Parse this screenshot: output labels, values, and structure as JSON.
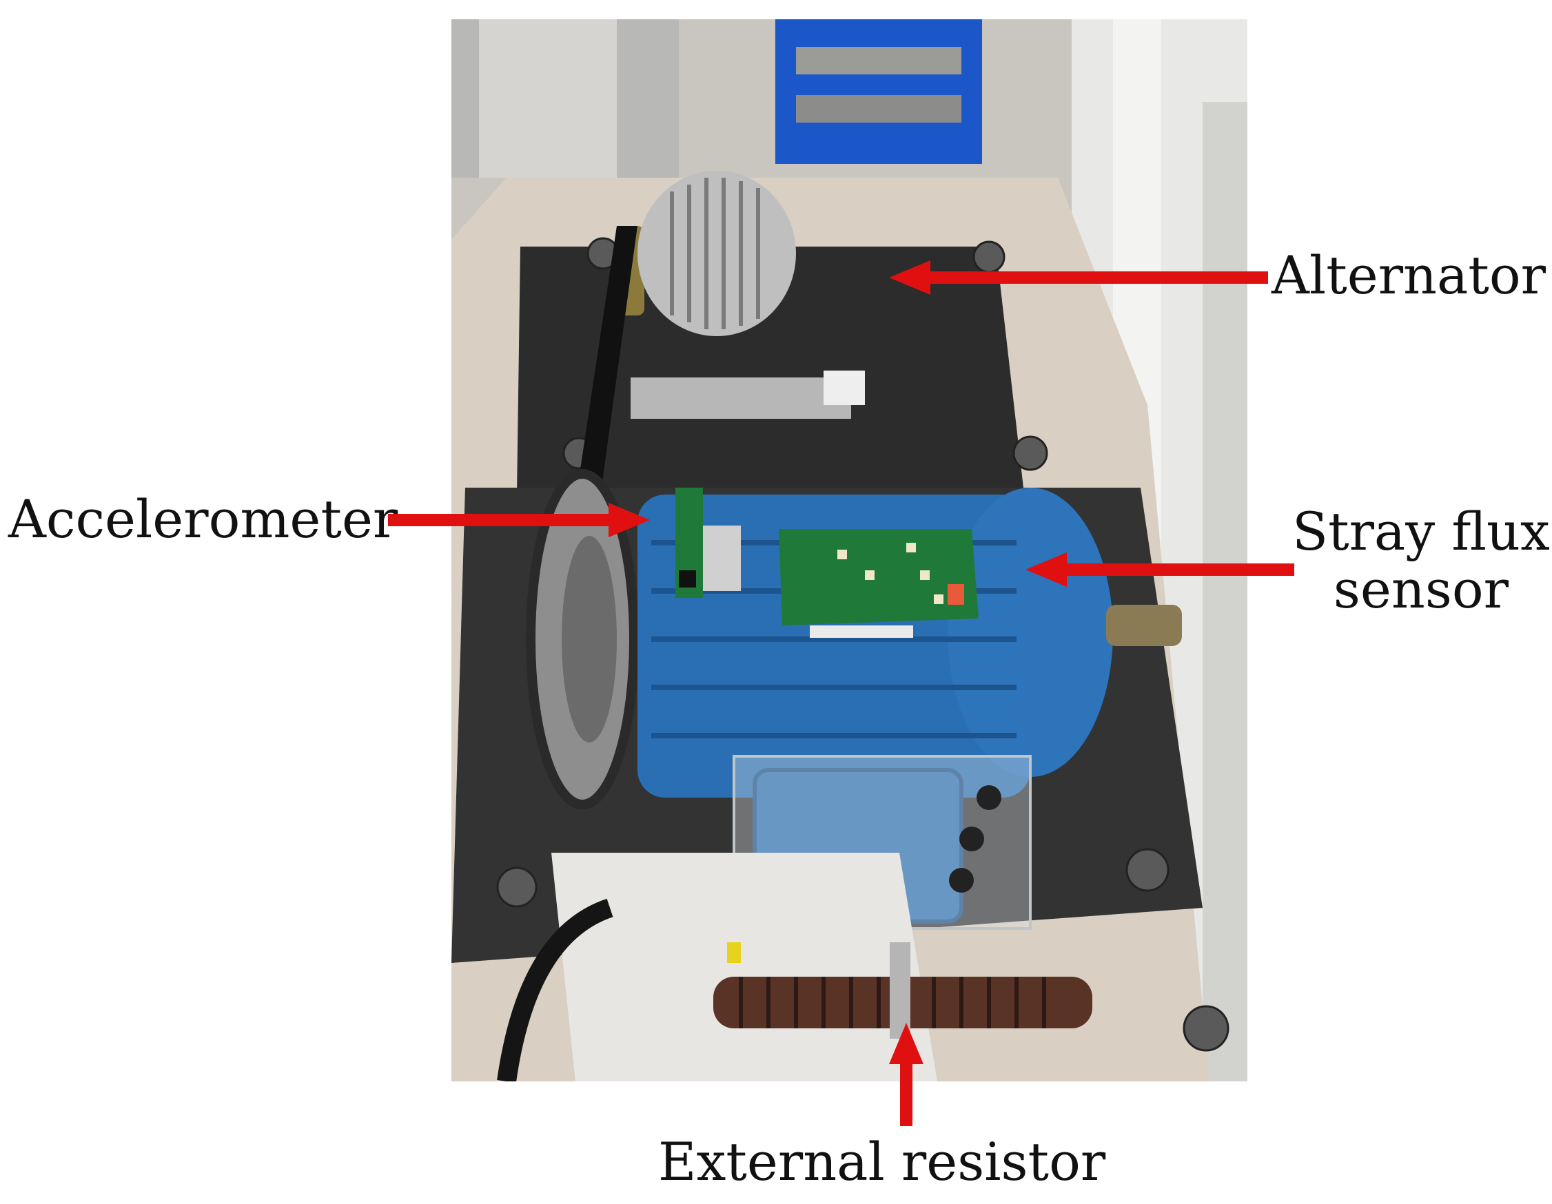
{
  "labels": {
    "alternator": "Alternator",
    "accelerometer": "Accelerometer",
    "stray_flux_line1": "Stray flux",
    "stray_flux_line2": "sensor",
    "external_resistor": "External resistor"
  },
  "colors": {
    "arrow": "#e01010",
    "motor_blue": "#2a6fb3",
    "pcb_green": "#1f7a3a",
    "base_plate": "#2e2e2e",
    "bench": "#d8cfc2"
  }
}
